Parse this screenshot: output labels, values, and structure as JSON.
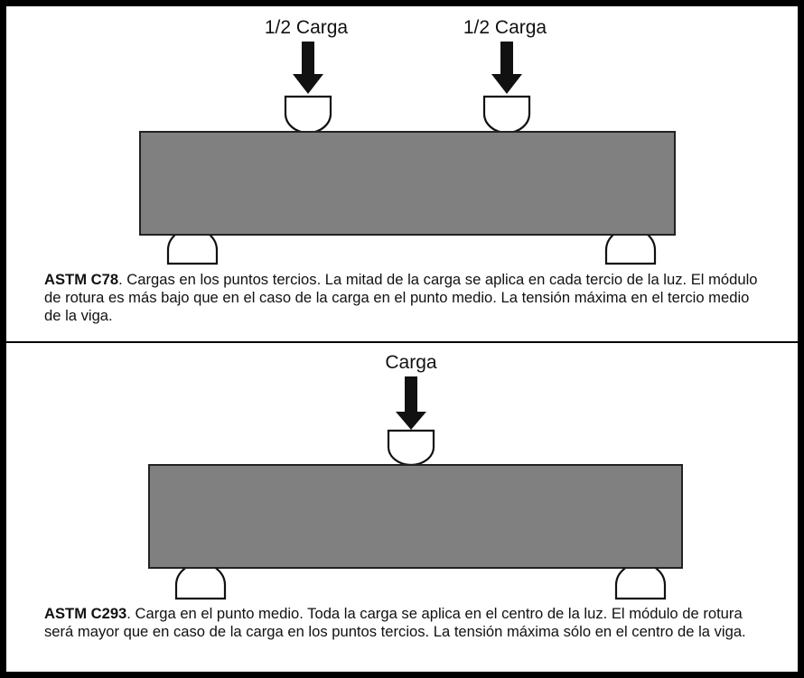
{
  "colors": {
    "frame": "#000000",
    "beam": "#808080",
    "ink": "#111111",
    "background": "#ffffff"
  },
  "panels": [
    {
      "load_labels": [
        "1/2 Carga",
        "1/2 Carga"
      ],
      "caption_bold": "ASTM C78",
      "caption_text": ". Cargas en los puntos tercios. La mitad de la carga se aplica en cada tercio de la luz. El módulo de rotura es más bajo que en el caso de la carga en el punto medio. La tensión máxima en el tercio medio de la viga."
    },
    {
      "load_labels": [
        "Carga"
      ],
      "caption_bold": "ASTM C293",
      "caption_text": ". Carga en el punto medio. Toda la carga se aplica en el centro de la luz. El módulo de rotura será mayor que en caso de la carga en los puntos tercios. La tensión máxima sólo en el centro de la viga."
    }
  ]
}
